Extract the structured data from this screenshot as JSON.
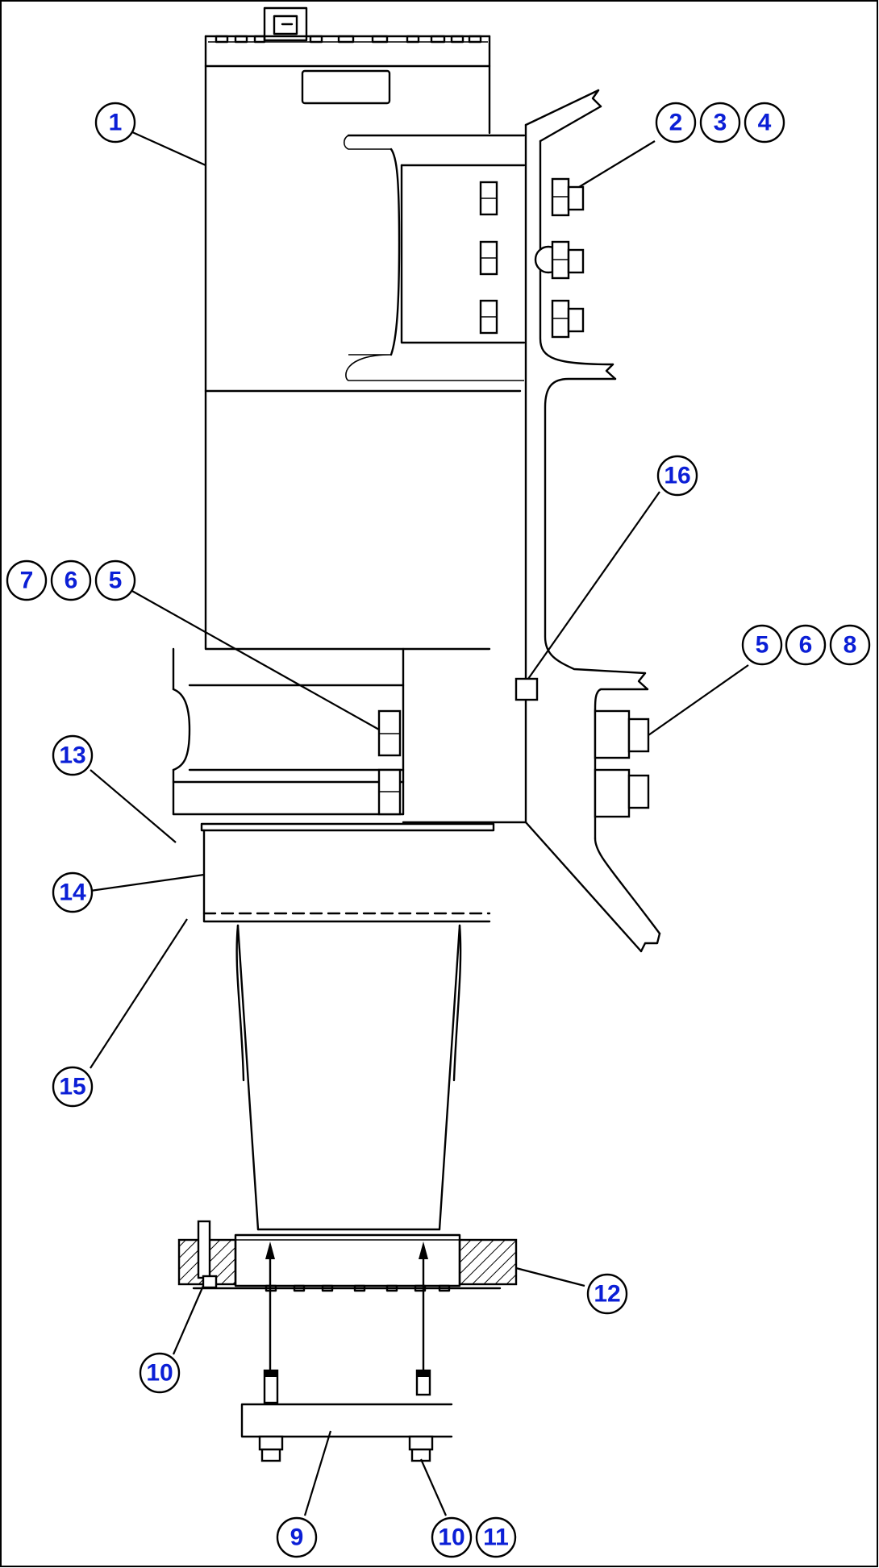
{
  "diagram": {
    "callouts": [
      {
        "id": "c1",
        "label": "1"
      },
      {
        "id": "c2",
        "label": "2"
      },
      {
        "id": "c3",
        "label": "3"
      },
      {
        "id": "c4",
        "label": "4"
      },
      {
        "id": "c16",
        "label": "16"
      },
      {
        "id": "c7",
        "label": "7"
      },
      {
        "id": "c6a",
        "label": "6"
      },
      {
        "id": "c5a",
        "label": "5"
      },
      {
        "id": "c5b",
        "label": "5"
      },
      {
        "id": "c6b",
        "label": "6"
      },
      {
        "id": "c8",
        "label": "8"
      },
      {
        "id": "c13",
        "label": "13"
      },
      {
        "id": "c14",
        "label": "14"
      },
      {
        "id": "c15",
        "label": "15"
      },
      {
        "id": "c12",
        "label": "12"
      },
      {
        "id": "c10a",
        "label": "10"
      },
      {
        "id": "c9",
        "label": "9"
      },
      {
        "id": "c10b",
        "label": "10"
      },
      {
        "id": "c11",
        "label": "11"
      }
    ]
  }
}
